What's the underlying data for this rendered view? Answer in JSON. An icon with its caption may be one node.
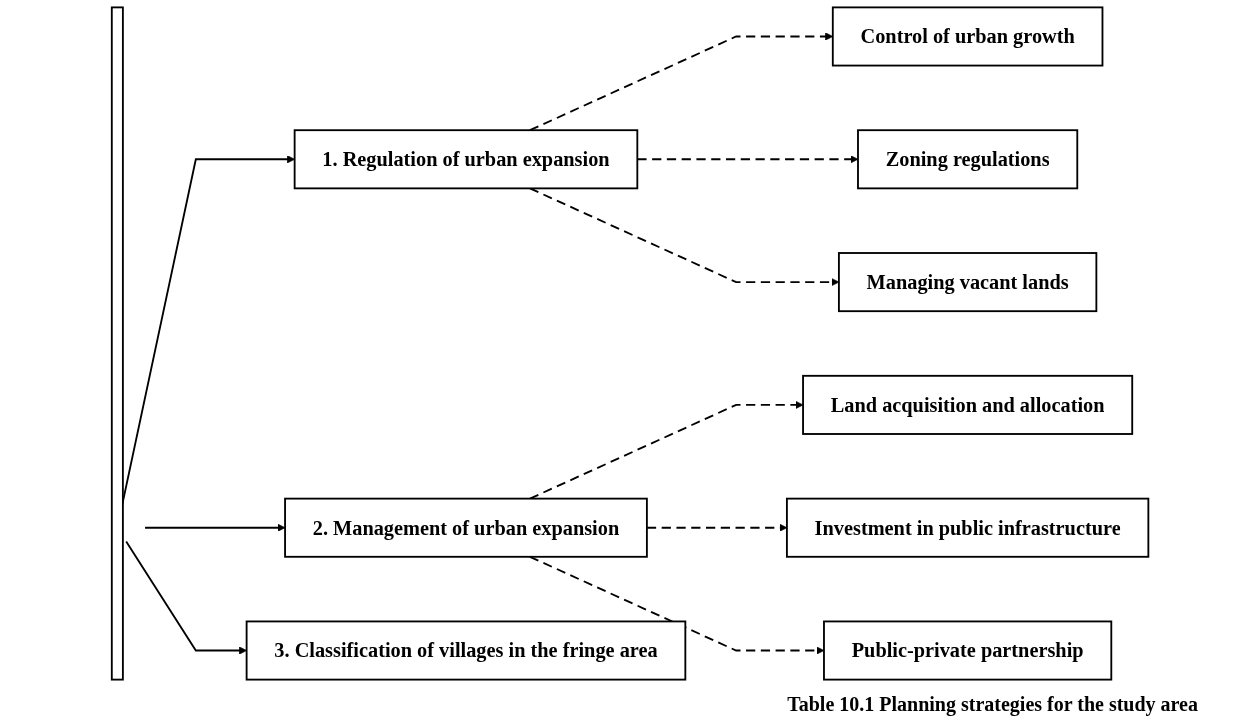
{
  "diagram": {
    "caption": "Table 10.1 Planning strategies for the study area",
    "nodes": [
      {
        "text": [],
        "shape": "bar"
      },
      {
        "text": [
          "1. Regulation of urban expansion"
        ]
      },
      {
        "text": [
          "Control of urban growth"
        ]
      },
      {
        "text": [
          "Zoning regulations"
        ]
      },
      {
        "text": [
          "Managing vacant lands"
        ]
      },
      {
        "text": [
          "2. Management of urban expansion"
        ]
      },
      {
        "text": [
          "Land acquisition and allocation"
        ]
      },
      {
        "text": [
          "Investment in public infrastructure"
        ]
      },
      {
        "text": [
          "Public-private partnership"
        ]
      },
      {
        "text": [
          "3. Classification of villages in the fringe area"
        ]
      }
    ],
    "edges": [
      {
        "from": 0,
        "to": 1,
        "arrow": "to"
      },
      {
        "from": 1,
        "to": 2,
        "arrow": "to",
        "style": "dashed"
      },
      {
        "from": 1,
        "to": 3,
        "arrow": "to",
        "style": "dashed"
      },
      {
        "from": 1,
        "to": 4,
        "arrow": "to",
        "style": "dashed"
      },
      {
        "from": 0,
        "to": 5,
        "arrow": "to"
      },
      {
        "from": 5,
        "to": 6,
        "arrow": "to",
        "style": "dashed"
      },
      {
        "from": 5,
        "to": 7,
        "arrow": "to",
        "style": "dashed"
      },
      {
        "from": 5,
        "to": 8,
        "arrow": "to",
        "style": "dashed"
      },
      {
        "from": 0,
        "to": 9,
        "arrow": "to"
      }
    ]
  }
}
